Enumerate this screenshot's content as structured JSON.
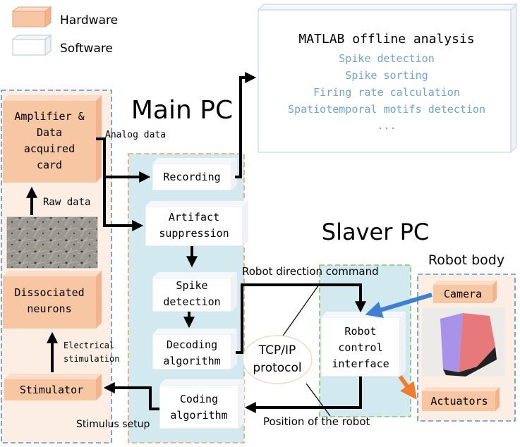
{
  "legend": {
    "hardware_label": "Hardware",
    "software_label": "Software",
    "hardware_color": "#f7c6a3",
    "software_color": "#ffffff"
  },
  "colors": {
    "hardware_fill": "#f7c6a3",
    "hardware_edge": "#e8a07a",
    "panel_peach": "#fdeee4",
    "panel_blue": "#d2e9ef",
    "dashed_blue": "#5b8fd1",
    "dashed_orange": "#f0a060",
    "dashed_green": "#8cc06a",
    "analysis_blue": "#6fa3d6",
    "arrow_blue": "#3f7fd0",
    "arrow_orange": "#ef7d2b"
  },
  "headings": {
    "main_pc": "Main PC",
    "slaver_pc": "Slaver PC",
    "robot_body": "Robot body"
  },
  "matlab": {
    "title": "MATLAB offline analysis",
    "items": [
      "Spike detection",
      "Spike sorting",
      "Firing rate calculation",
      "Spatiotemporal motifs detection",
      "..."
    ]
  },
  "hardware_blocks": {
    "amplifier": [
      "Amplifier &",
      "Data",
      "acquired",
      "card"
    ],
    "neurons": [
      "Dissociated",
      "neurons"
    ],
    "stimulator": "Stimulator",
    "camera": "Camera",
    "actuators": "Actuators"
  },
  "software_blocks": {
    "recording": "Recording",
    "artifact": [
      "Artifact",
      "suppression"
    ],
    "spike": [
      "Spike",
      "detection"
    ],
    "decoding": [
      "Decoding",
      "algorithm"
    ],
    "coding": [
      "Coding",
      "algorithm"
    ],
    "robot_control": [
      "Robot",
      "control",
      "interface"
    ]
  },
  "labels": {
    "analog_data": "Analog data",
    "raw_data": "Raw data",
    "electrical_stimulation": [
      "Electrical",
      "stimulation"
    ],
    "stimulus_setup": "Stimulus setup",
    "robot_direction_command": "Robot direction command",
    "position_of_robot": "Position of the robot",
    "tcp_ip": [
      "TCP/IP",
      "protocol"
    ]
  }
}
